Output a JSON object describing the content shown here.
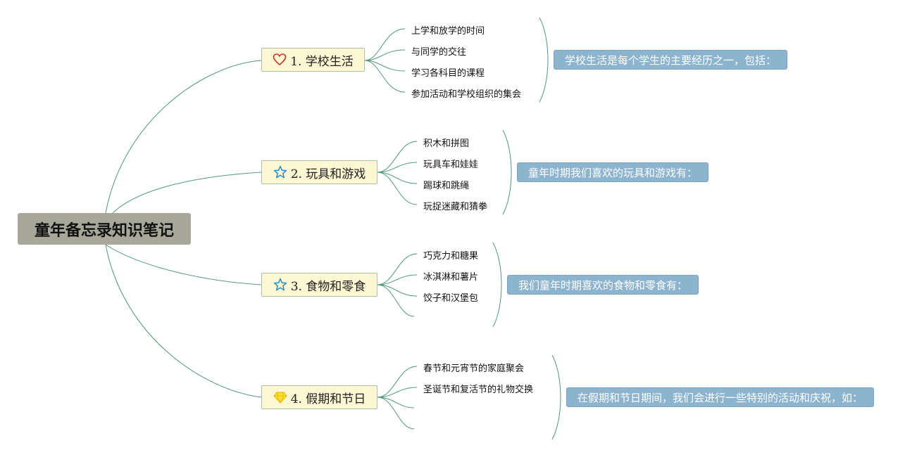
{
  "root": {
    "title": "童年备忘录知识笔记"
  },
  "branches": [
    {
      "icon": "heart-icon",
      "label": "1. 学校生活",
      "summary": "学校生活是每个学生的主要经历之一，包括：",
      "items": [
        "上学和放学的时间",
        "与同学的交往",
        "学习各科目的课程",
        "参加活动和学校组织的集会"
      ]
    },
    {
      "icon": "star-icon",
      "label": "2. 玩具和游戏",
      "summary": "童年时期我们喜欢的玩具和游戏有：",
      "items": [
        "积木和拼图",
        "玩具车和娃娃",
        "踢球和跳绳",
        "玩捉迷藏和猜拳"
      ]
    },
    {
      "icon": "star-icon",
      "label": "3. 食物和零食",
      "summary": "我们童年时期喜欢的食物和零食有：",
      "items": [
        "巧克力和糖果",
        "冰淇淋和薯片",
        "饺子和汉堡包",
        ""
      ]
    },
    {
      "icon": "diamond-icon",
      "label": "4. 假期和节日",
      "summary": "在假期和节日期间，我们会进行一些特别的活动和庆祝，如：",
      "items": [
        "春节和元宵节的家庭聚会",
        "圣诞节和复活节的礼物交换",
        "",
        ""
      ]
    }
  ],
  "colors": {
    "connector": "#4f9a76",
    "root_bg": "#a8a89a",
    "branch_bg": "#fdf7d3",
    "summary_bg": "#8db4cf"
  }
}
